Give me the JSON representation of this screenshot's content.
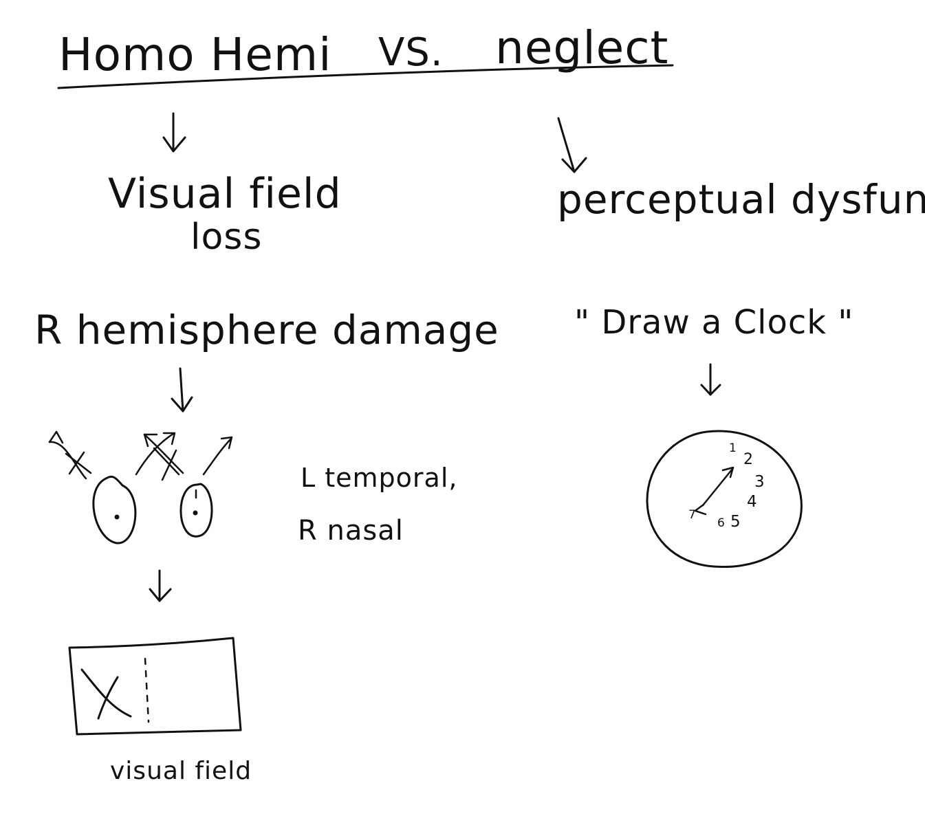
{
  "header": {
    "left_term": "Homo Hemi",
    "versus": "VS.",
    "right_term": "neglect"
  },
  "left": {
    "result": "Visual field",
    "result_line2": "loss",
    "cause": "R hemisphere damage",
    "lesion_label_line1": "L temporal,",
    "lesion_label_line2": "R nasal",
    "bottom_caption": "visual field"
  },
  "right": {
    "result": "perceptual dysfunction",
    "test": "\" Draw a Clock \"",
    "clock_numbers": [
      "1",
      "2",
      "3",
      "4",
      "5",
      "6",
      "7"
    ]
  },
  "colors": {
    "ink": "#111111",
    "paper": "#ffffff"
  }
}
